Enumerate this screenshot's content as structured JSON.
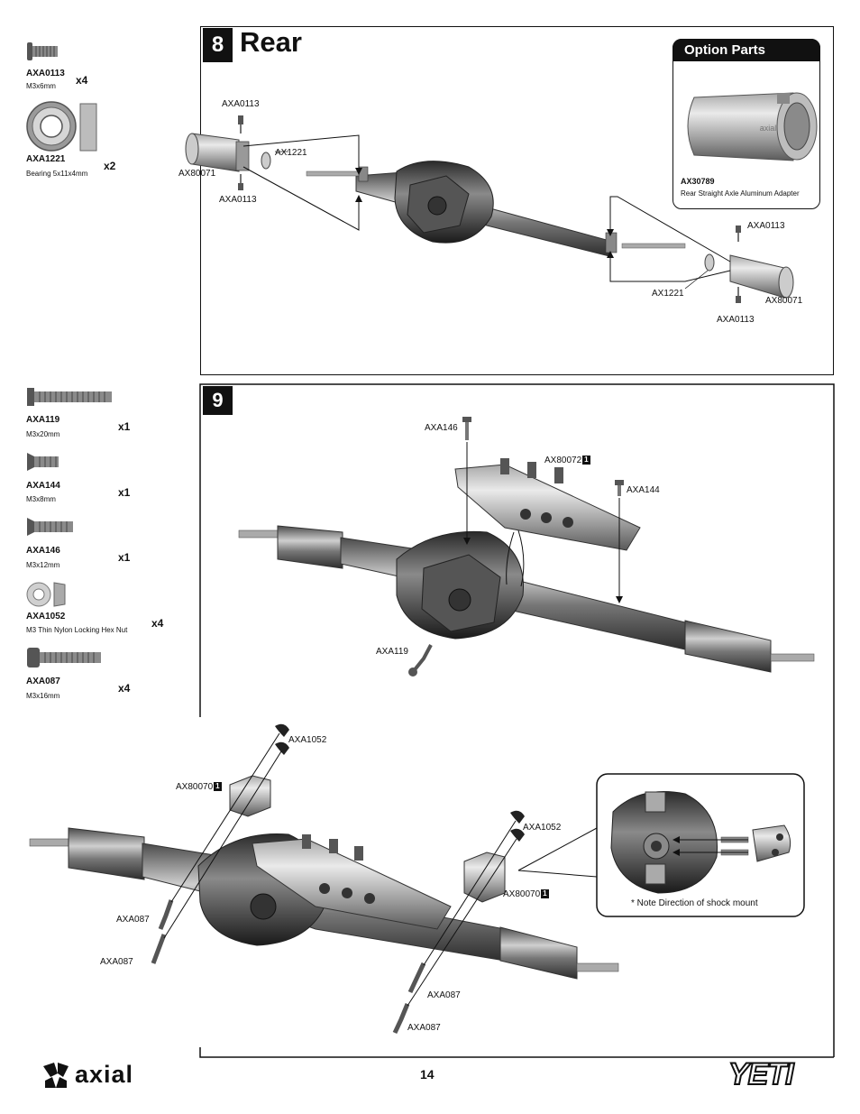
{
  "page_number": "14",
  "brand": "axial",
  "model": "YETI",
  "step8": {
    "number": "8",
    "title": "Rear",
    "option_parts": {
      "header": "Option Parts",
      "part_number": "AX30789",
      "description": "Rear Straight Axle Aluminum Adapter",
      "adapter_logo": "axial"
    },
    "callouts": {
      "top_screw_left": "AXA0113",
      "bearing_left": "AX1221",
      "hub_left": "AX80071",
      "bottom_screw_left": "AXA0113",
      "top_screw_right": "AXA0113",
      "bearing_right": "AX1221",
      "hub_right": "AX80071",
      "bottom_screw_right": "AXA0113"
    }
  },
  "step9": {
    "number": "9",
    "callouts": {
      "screw_top": "AXA146",
      "link_mount": "AX80072",
      "link_mount_tag": "1",
      "screw_flat": "AXA144",
      "long_screw": "AXA119",
      "nut_left": "AXA1052",
      "shock_mount_left": "AX80070",
      "shock_mount_left_tag": "1",
      "nut_right": "AXA1052",
      "shock_mount_right": "AX80070",
      "shock_mount_right_tag": "1",
      "screw_a1": "AXA087",
      "screw_a2": "AXA087",
      "screw_b1": "AXA087",
      "screw_b2": "AXA087"
    },
    "note": "* Note Direction of shock mount"
  },
  "parts_step8": [
    {
      "part": "AXA0113",
      "size": "M3x6mm",
      "qty": "x4"
    },
    {
      "part": "AXA1221",
      "size": "Bearing 5x11x4mm",
      "qty": "x2"
    }
  ],
  "parts_step9": [
    {
      "part": "AXA119",
      "size": "M3x20mm",
      "qty": "x1"
    },
    {
      "part": "AXA144",
      "size": "M3x8mm",
      "qty": "x1"
    },
    {
      "part": "AXA146",
      "size": "M3x12mm",
      "qty": "x1"
    },
    {
      "part": "AXA1052",
      "size": "M3 Thin Nylon Locking Hex Nut",
      "qty": "x4"
    },
    {
      "part": "AXA087",
      "size": "M3x16mm",
      "qty": "x4"
    }
  ]
}
